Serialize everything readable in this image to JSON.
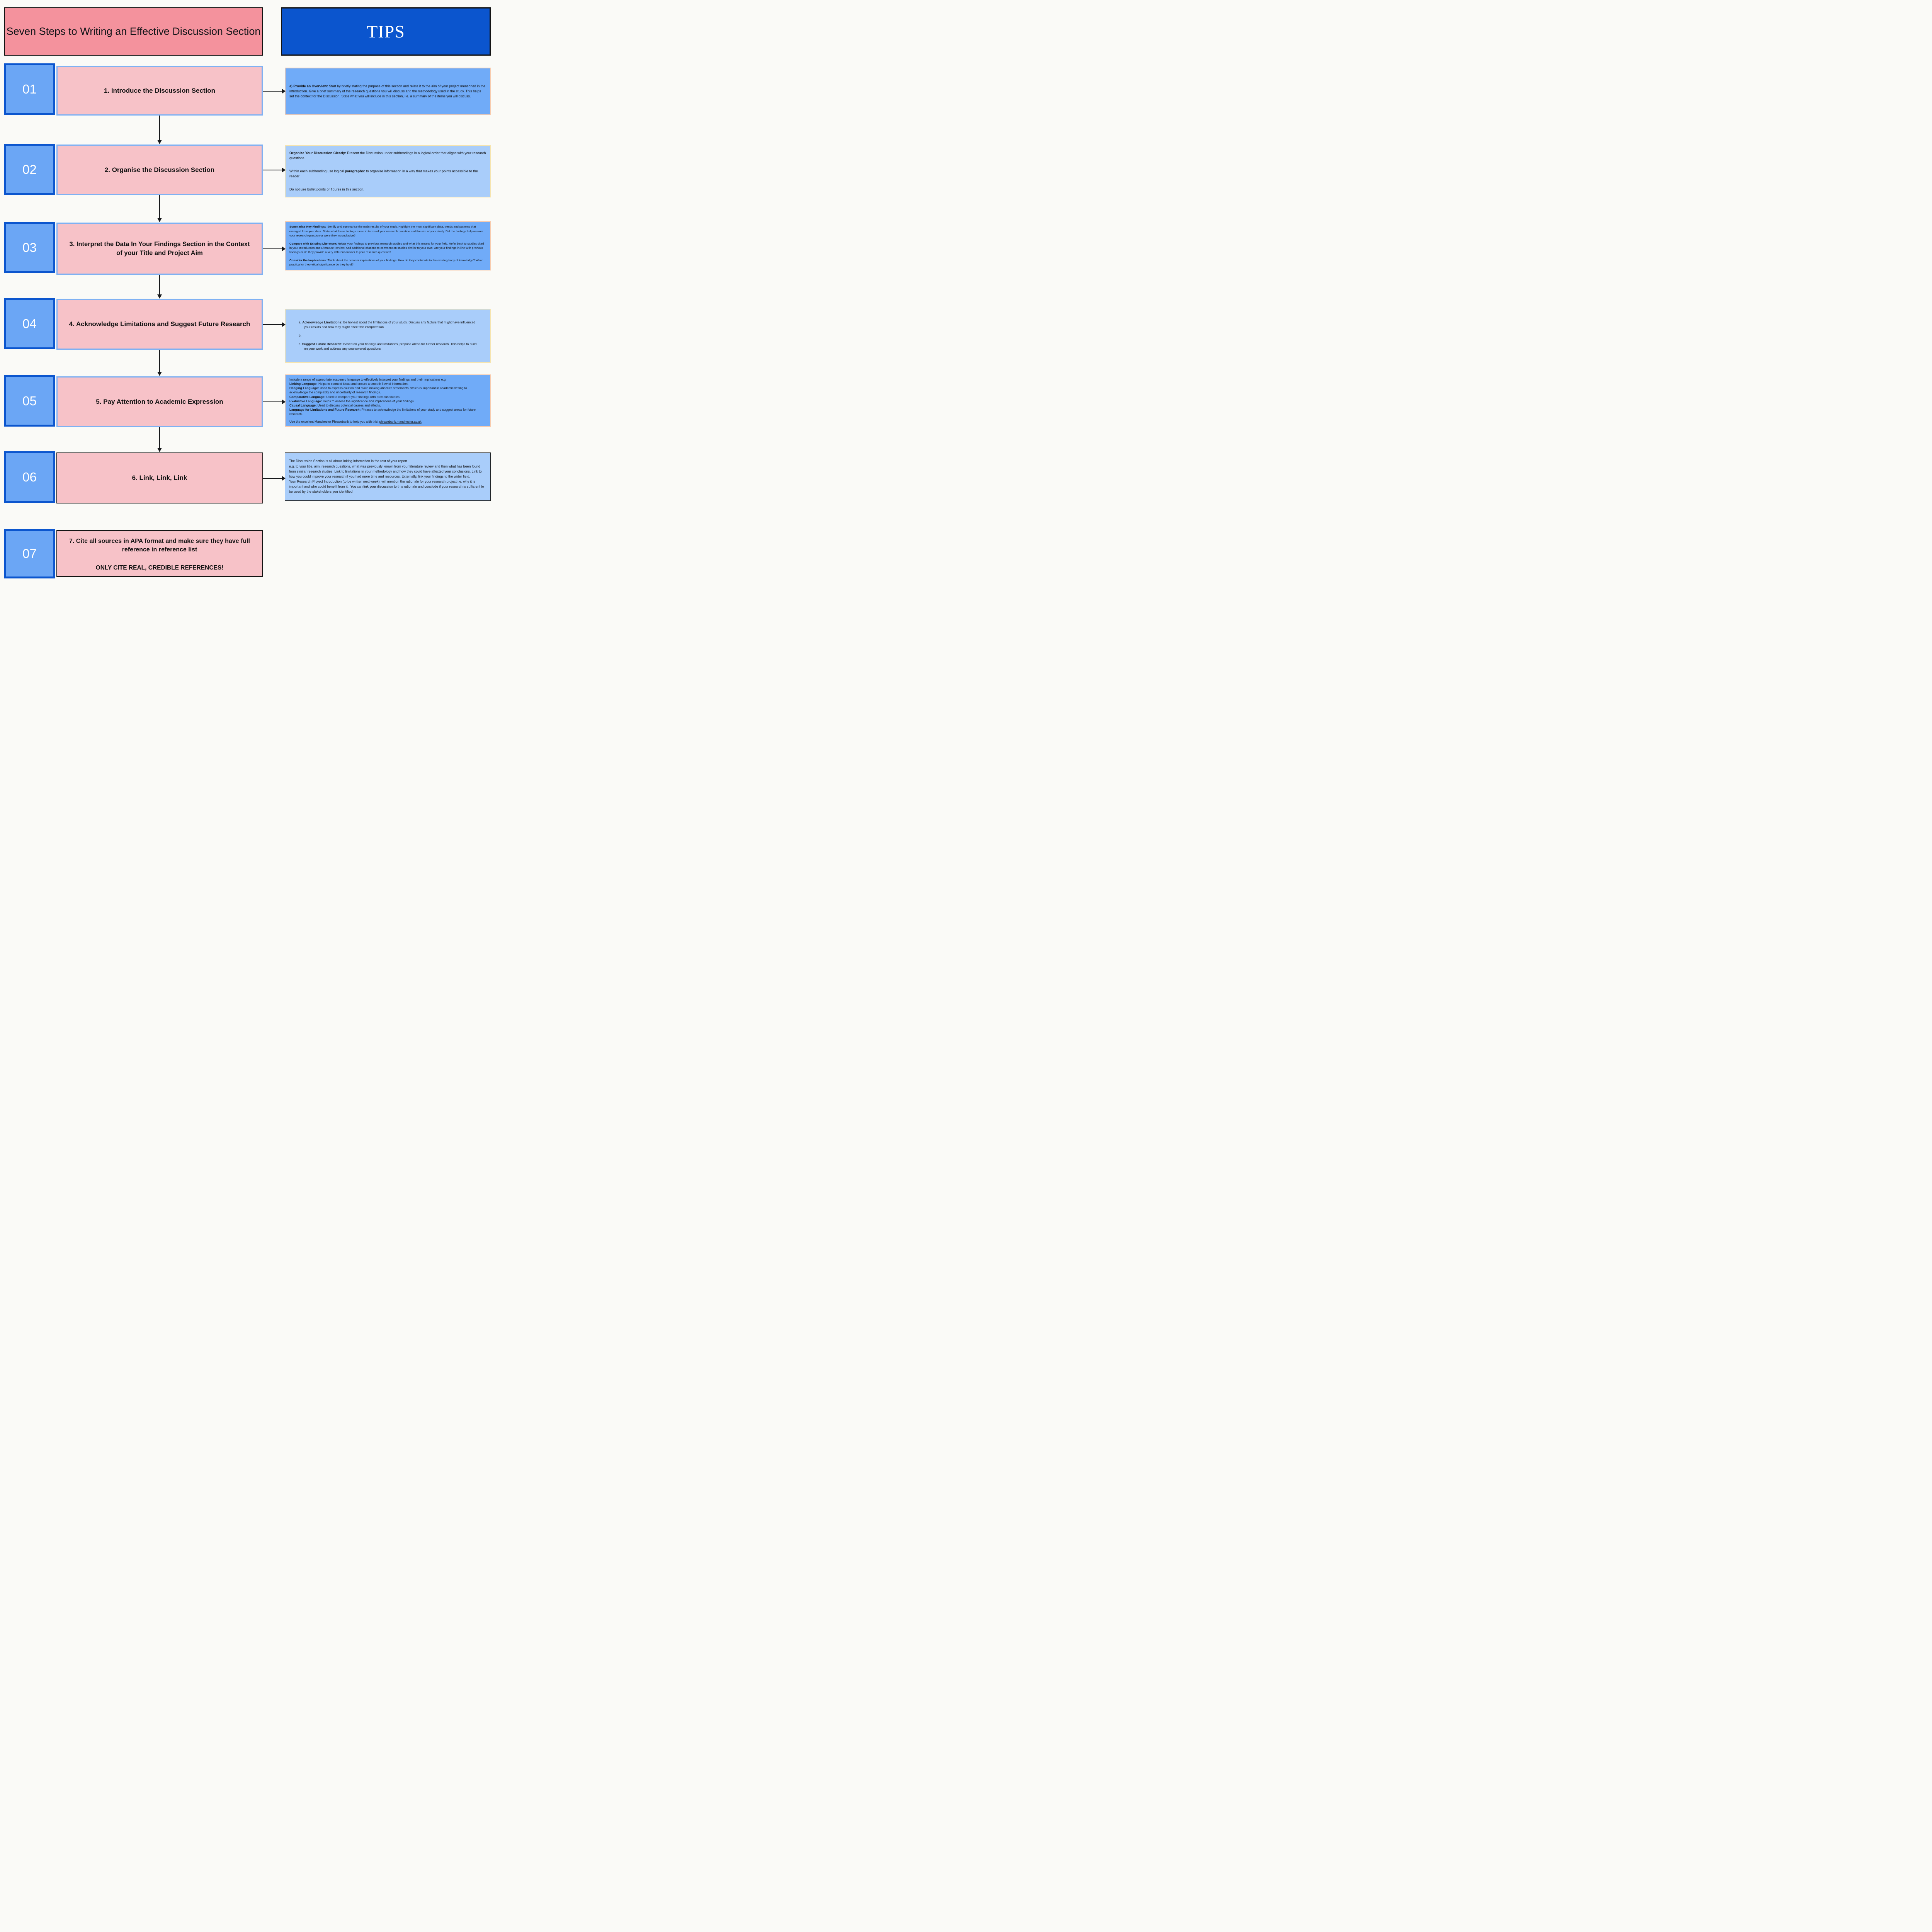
{
  "header": {
    "title": "Seven Steps to Writing an Effective Discussion Section",
    "tips_title": "TIPS"
  },
  "colors": {
    "page_background": "#FAFAF7",
    "title_pink": "#F4929D",
    "tips_blue": "#0B55CE",
    "number_fill": "#6BA6F5",
    "number_border": "#0B55CE",
    "step_pink": "#F7C2C8",
    "step_border_blue": "#7FB1F3",
    "tip_fill_dark": "#70ABF8",
    "tip_fill_light": "#A9CDFA",
    "tip_border_peach": "#F8CBAD",
    "tip_border_cream": "#F6E4AE",
    "arrow_black": "#17191C"
  },
  "steps": [
    {
      "number": "01",
      "label": "1. Introduce the Discussion Section",
      "label2": ""
    },
    {
      "number": "02",
      "label": "2. Organise the Discussion Section",
      "label2": ""
    },
    {
      "number": "03",
      "label": "3. Interpret the Data In Your Findings Section in the Context of your Title and Project Aim",
      "label2": ""
    },
    {
      "number": "04",
      "label": "4. Acknowledge Limitations and Suggest Future Research",
      "label2": ""
    },
    {
      "number": "05",
      "label": "5. Pay Attention to Academic Expression",
      "label2": ""
    },
    {
      "number": "06",
      "label": "6. Link, Link, Link",
      "label2": ""
    },
    {
      "number": "07",
      "label": "7. Cite all sources in APA format and make sure they have full reference in reference list",
      "label2": "ONLY CITE REAL, CREDIBLE REFERENCES!"
    }
  ],
  "tips": [
    {
      "paragraphs": [
        {
          "segments": [
            {
              "text": "a) Provide an Overview: ",
              "bold": true
            },
            {
              "text": "Start by briefly stating the purpose of this section and relate it to the aim of your project mentioned in the introduction. Give a  brief summary of the research questions you will discuss and the methodology used in the study. This helps set the context for the Discussion. State what you will include in this section, i.e. a summary of the items you will discuss."
            }
          ]
        }
      ]
    },
    {
      "paragraphs": [
        {
          "segments": [
            {
              "text": "Organize Your Discussion Clearly: ",
              "bold": true
            },
            {
              "text": "Present the Discussion under subheadings in a logical order that aligns with your research questions."
            }
          ]
        },
        {
          "segments": [
            {
              "text": "Within each subheading use logical "
            },
            {
              "text": "paragraphs: ",
              "bold": true
            },
            {
              "text": "to organise information in a way that makes your points accessible to the reader"
            }
          ]
        },
        {
          "segments": [
            {
              "text": "Do not use bullet points or figures",
              "underline": true
            },
            {
              "text": " in this section."
            }
          ]
        }
      ]
    },
    {
      "paragraphs": [
        {
          "segments": [
            {
              "text": "Summarise Key Findings: ",
              "bold": true
            },
            {
              "text": "Identify and summarise the main results of your study.  Highlight the most significant data, trends and patterns that emerged from your data. State what these findings mean in terms of your research question and the aim of your study. Did the findings help answer your research question or were they inconclusive?"
            }
          ]
        },
        {
          "segments": [
            {
              "text": "Compare with Existing Literature: ",
              "bold": true
            },
            {
              "text": "Relate your findings to previous research studies and what this means for your field. Refer back to studies cited in your Introduction and Literature Review. Add additional citations to comment on studies similar to your own. Are your findings in line with previous findings or do they provide a very different answer to your research question?"
            }
          ]
        },
        {
          "segments": [
            {
              "text": "Consider the Implications: ",
              "bold": true
            },
            {
              "text": "Think about the broader implications of your findings. How do they contribute to the existing body of knowledge? What practical or theoretical significance do they hold?"
            }
          ]
        }
      ]
    },
    {
      "paragraphs": [
        {
          "marker": "a. ",
          "segments": [
            {
              "text": "Acknowledge Limitations: ",
              "bold": true
            },
            {
              "text": "Be honest about the limitations of your study. Discuss any factors that might have influenced your results and how they might affect the interpretation"
            }
          ]
        },
        {
          "marker": "b. ",
          "segments": []
        },
        {
          "marker": "c. ",
          "segments": [
            {
              "text": "Suggest Future Research: ",
              "bold": true
            },
            {
              "text": "Based on your findings and limitations, propose areas for further research. This helps to build on your work and address any unanswered questions"
            }
          ]
        }
      ]
    },
    {
      "paragraphs": [
        {
          "segments": [
            {
              "text": " Include a range of appropriate academic language  to effectively interpret your findings and their implications e.g."
            }
          ]
        },
        {
          "segments": [
            {
              "text": "Linking Language: ",
              "bold": true
            },
            {
              "text": "Helps to connect ideas and ensure a smooth flow of information."
            }
          ]
        },
        {
          "segments": [
            {
              "text": "Hedging Language: ",
              "bold": true
            },
            {
              "text": "Used to express caution and avoid making absolute statements, which is important in academic writing to acknowledge the complexity and uncertainty of research findings."
            }
          ]
        },
        {
          "segments": [
            {
              "text": "Comparative Language: ",
              "bold": true
            },
            {
              "text": "Used to compare your findings with previous studies."
            }
          ]
        },
        {
          "segments": [
            {
              "text": "Evaluative Language: ",
              "bold": true
            },
            {
              "text": "Helps to assess the significance and implications of your findings."
            }
          ]
        },
        {
          "segments": [
            {
              "text": "Causal Language: ",
              "bold": true
            },
            {
              "text": "Used to discuss potential causes and effects."
            }
          ]
        },
        {
          "segments": [
            {
              "text": "Language for Limitations and Future Research: ",
              "bold": true
            },
            {
              "text": "Phrases to acknowledge the limitations of your study and suggest areas for future research."
            }
          ]
        },
        {
          "spacer": true,
          "segments": []
        },
        {
          "segments": [
            {
              "text": "Use the excellent Manchester Phrasebank to help you with this! "
            },
            {
              "text": "phrasebank.manchester.ac.uk",
              "underline": true,
              "link": true
            }
          ]
        }
      ]
    },
    {
      "paragraphs": [
        {
          "segments": [
            {
              "text": "The Discussion Section is all about linking information in the rest of your report."
            }
          ]
        },
        {
          "segments": [
            {
              "text": "e.g. to your title, aim, research questions, what was previously known from your literature review and then what has been found from similar research studies. Link to limitations in your methodology and how they could have affected your conclusions. Link to how you could improve your research if you had more time and resources. Externally, link your findings to the wider field."
            }
          ]
        },
        {
          "segments": [
            {
              "text": "Your Research Project Introduction (to be written next week), will mention the rationale for your research project i.e. why it is important and who could benefit from it . You can link your discussion to this rationale and conclude if your research is sufficient to be used by the stakeholders you identified."
            }
          ]
        }
      ]
    }
  ]
}
